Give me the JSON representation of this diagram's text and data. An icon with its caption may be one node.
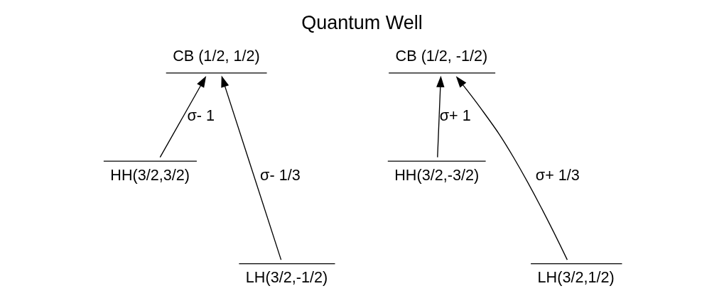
{
  "diagram": {
    "title": "Quantum Well",
    "nodes": [
      {
        "text": [
          "CB (1/2, 1/2)"
        ]
      },
      {
        "text": [
          "CB (1/2, -1/2)"
        ]
      },
      {
        "text": [
          "HH(3/2,3/2)"
        ]
      },
      {
        "text": [
          "HH(3/2,-3/2)"
        ]
      },
      {
        "text": [
          "LH(3/2,1/2)"
        ]
      },
      {
        "text": [
          "LH(3/2,-1/2)"
        ]
      }
    ],
    "edges": [
      {
        "from": 2,
        "to": 0,
        "arrow": "to",
        "label": "σ- 1"
      },
      {
        "from": 4,
        "to": 1,
        "arrow": "to",
        "label": "σ+ 1/3"
      },
      {
        "from": 5,
        "to": 0,
        "arrow": "to",
        "label": "σ- 1/3"
      },
      {
        "from": 3,
        "to": 1,
        "arrow": "to",
        "label": "σ+ 1"
      }
    ]
  }
}
